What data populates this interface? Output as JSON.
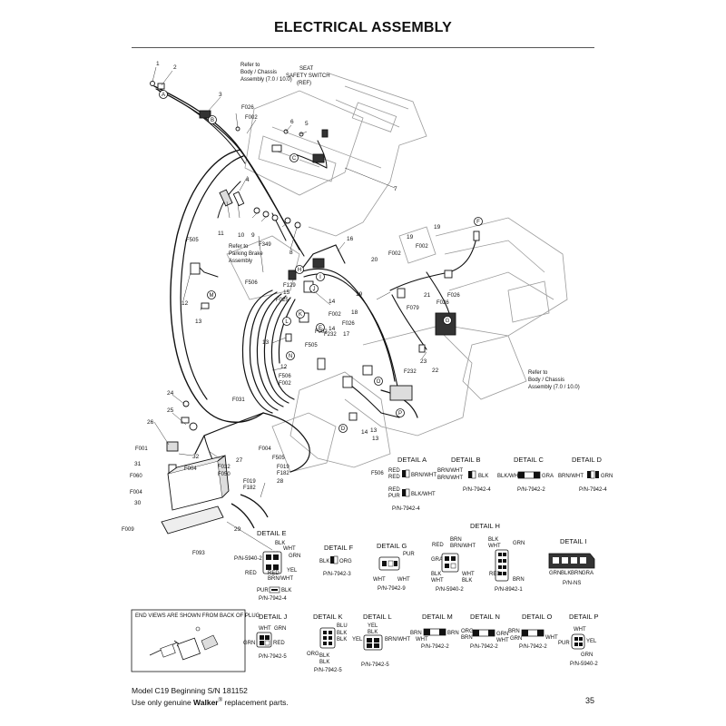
{
  "page_title": "ELECTRICAL ASSEMBLY",
  "callouts": {
    "seat_switch": [
      "SEAT",
      "SAFETY SWITCH",
      "(REF)"
    ],
    "body_chassis_top": [
      "Refer to",
      "Body / Chassis",
      "Assembly (7.0 / 10.0)"
    ],
    "parking_brake": [
      "Refer to",
      "Parking Brake",
      "Assembly"
    ],
    "body_chassis_right": [
      "Refer to",
      "Body / Chassis",
      "Assembly (7.0 / 10.0)"
    ]
  },
  "part_numbers": [
    "1",
    "2",
    "3",
    "4",
    "5",
    "6",
    "7",
    "8",
    "9",
    "10",
    "11",
    "12",
    "13",
    "14",
    "15",
    "16",
    "17",
    "18",
    "19",
    "20",
    "21",
    "22",
    "23",
    "24",
    "25",
    "26",
    "27",
    "28",
    "29",
    "30",
    "31",
    "32"
  ],
  "fuse_labels": [
    "F026",
    "F002",
    "F505",
    "F506",
    "F349",
    "F129",
    "F025",
    "F232",
    "F079",
    "F031",
    "F001",
    "F004",
    "F032",
    "F050",
    "F060",
    "F019",
    "F182",
    "F009",
    "F093"
  ],
  "detail_circles": [
    "A",
    "B",
    "C",
    "D",
    "E",
    "F",
    "G",
    "H",
    "I",
    "J",
    "K",
    "L",
    "M",
    "N",
    "O",
    "P"
  ],
  "details": {
    "A": {
      "title": "DETAIL A",
      "wires": [
        "RED",
        "RED",
        "BRN/WHT",
        "RED",
        "PUR",
        "BLK/WHT"
      ],
      "pn": "P/N-7942-4"
    },
    "B": {
      "title": "DETAIL B",
      "wires": [
        "BRN/WHT",
        "BRN/WHT",
        "BLK"
      ],
      "pn": "P/N-7942-4"
    },
    "C": {
      "title": "DETAIL C",
      "wires": [
        "BLK/WHT",
        "GRA"
      ],
      "pn": "P/N-7942-2"
    },
    "D": {
      "title": "DETAIL D",
      "wires": [
        "BRN/WHT",
        "GRN"
      ],
      "pn": "P/N-7942-4"
    },
    "E": {
      "title": "DETAIL E",
      "wires": [
        "BLK",
        "WHT",
        "GRN",
        "RED",
        "RED",
        "YEL",
        "BRN/WHT",
        "PUR",
        "BLK"
      ],
      "pn": "P/N-5940-2",
      "pn2": "P/N-7942-4"
    },
    "F": {
      "title": "DETAIL F",
      "wires": [
        "BLK",
        "ORG"
      ],
      "pn": "P/N-7942-3"
    },
    "G": {
      "title": "DETAIL G",
      "wires": [
        "PUR",
        "WHT",
        "WHT"
      ],
      "pn": "P/N-7942-9"
    },
    "H": {
      "title": "DETAIL H",
      "wires": [
        "RED",
        "BRN",
        "BRN/WHT",
        "GRA",
        "BLK",
        "WHT",
        "WHT",
        "BLK",
        "WHT",
        "GRN",
        "RED",
        "BRN"
      ],
      "pn": "P/N-5940-2",
      "pn2": "P/N-8942-1"
    },
    "I": {
      "title": "DETAIL I",
      "wires": [
        "GRN",
        "BLK",
        "BRN",
        "GRA"
      ],
      "pn": "P/N-NS"
    },
    "J": {
      "title": "DETAIL J",
      "wires": [
        "WHT",
        "GRN",
        "GRN",
        "RED"
      ],
      "pn": "P/N-7942-5"
    },
    "K": {
      "title": "DETAIL K",
      "wires": [
        "BLU",
        "BLK",
        "BLK",
        "ORG",
        "BLK",
        "BLK"
      ],
      "pn": "P/N-7942-5"
    },
    "L": {
      "title": "DETAIL L",
      "wires": [
        "YEL",
        "BLK",
        "YEL",
        "BRN/WHT"
      ],
      "pn": "P/N-7942-5"
    },
    "M": {
      "title": "DETAIL M",
      "wires": [
        "BRN",
        "BRN",
        "WHT"
      ],
      "pn": "P/N-7942-2"
    },
    "N": {
      "title": "DETAIL N",
      "wires": [
        "ORG",
        "BRN",
        "GRN",
        "WHT"
      ],
      "pn": "P/N-7942-2"
    },
    "O": {
      "title": "DETAIL O",
      "wires": [
        "BRN",
        "GRN",
        "WHT"
      ],
      "pn": "P/N-7942-2"
    },
    "P": {
      "title": "DETAIL P",
      "wires": [
        "WHT",
        "PUR",
        "YEL",
        "GRN"
      ],
      "pn": "P/N-5940-2"
    }
  },
  "end_view_note": "END VIEWS ARE SHOWN FROM BACK OF PLUG",
  "footer": {
    "model_line": "Model C19 Beginning S/N 181152",
    "parts_prefix": "Use only genuine ",
    "brand": "Walker",
    "reg": "®",
    "parts_suffix": " replacement parts."
  },
  "page_number": "35"
}
